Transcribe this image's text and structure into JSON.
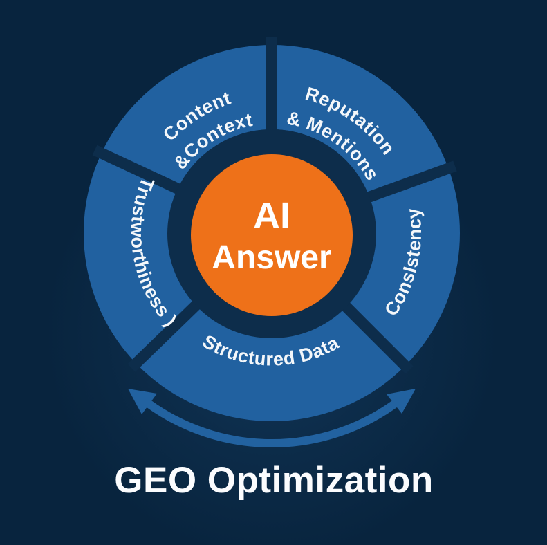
{
  "title": "GEO Optimization",
  "center_label": {
    "line1": "AI",
    "line2": "Answer"
  },
  "ring": {
    "segments": [
      {
        "id": "content-context",
        "line1": "Content",
        "line2": "&Context"
      },
      {
        "id": "reputation-mentions",
        "line1": "Reputation",
        "line2": "& Mentions"
      },
      {
        "id": "consistency",
        "label": "ConsIstency"
      },
      {
        "id": "structured-data",
        "label": "Structured Data"
      },
      {
        "id": "trustworthiness",
        "label": "Trustworthiness )"
      }
    ]
  },
  "icons": {
    "cycle_arrow": "double-headed-curved-arrow"
  },
  "colors": {
    "background": "#08243E",
    "segment_blue": "#2161A0",
    "center_orange": "#EE7119",
    "divider_navy": "#0D2D4B",
    "arrow_blue": "#2262A0",
    "text_white": "#F4F7FA"
  }
}
